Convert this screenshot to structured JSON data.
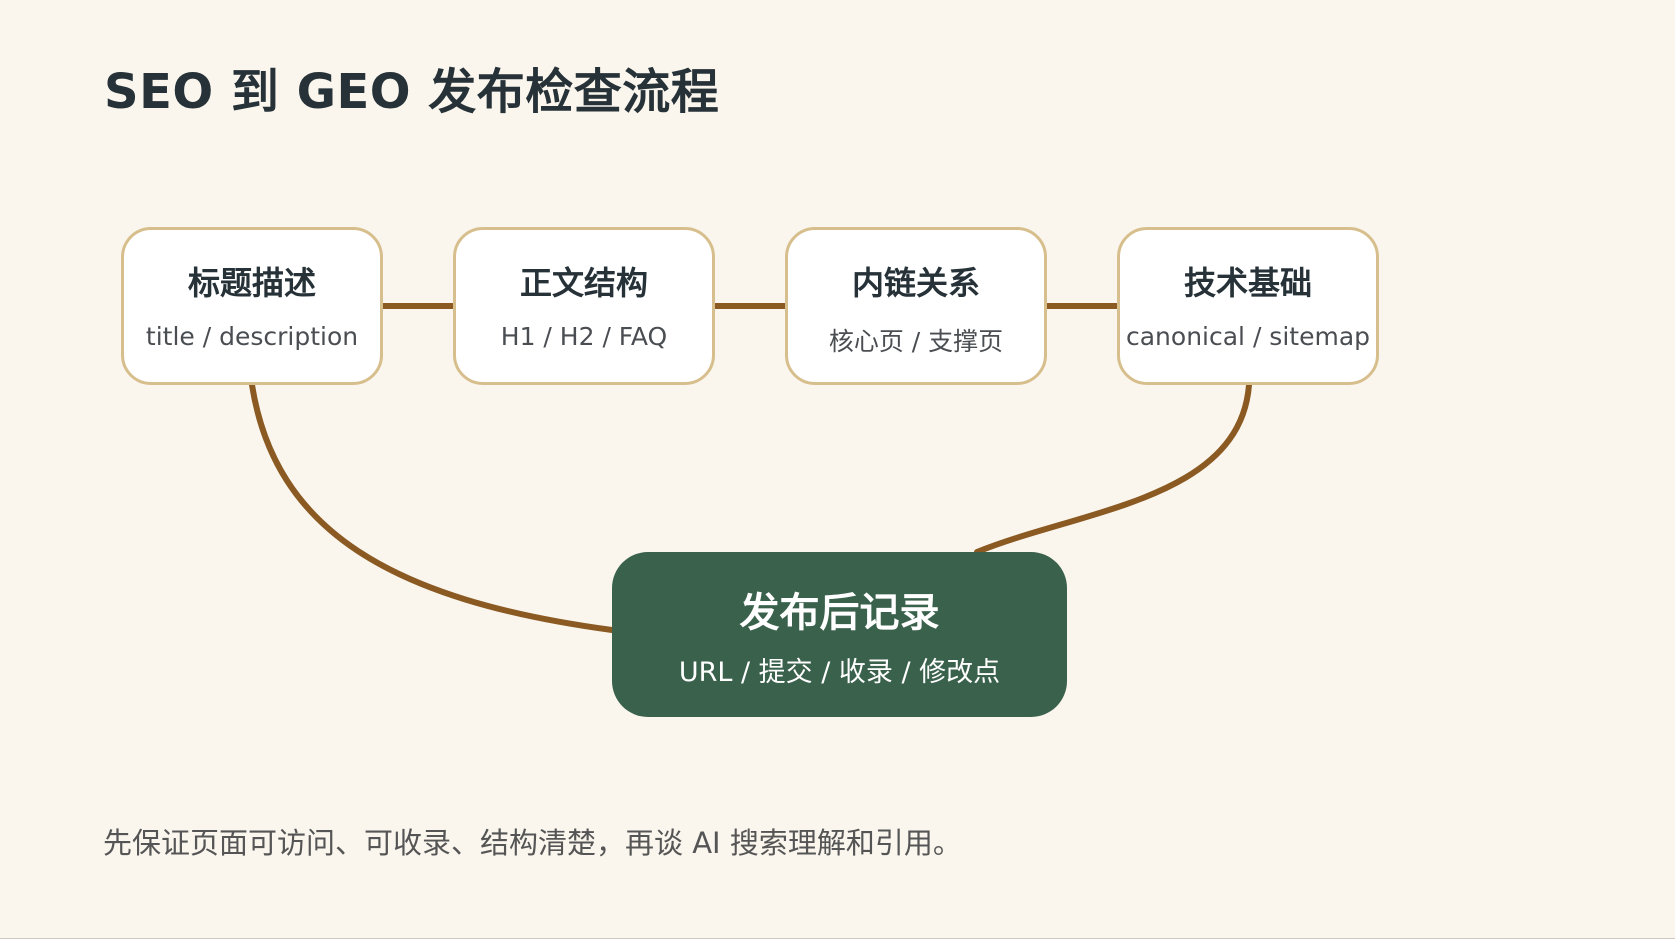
{
  "title": "SEO 到 GEO 发布检查流程",
  "steps": [
    {
      "title": "标题描述",
      "sub": "title / description"
    },
    {
      "title": "正文结构",
      "sub": "H1 / H2 / FAQ"
    },
    {
      "title": "内链关系",
      "sub": "核心页 / 支撑页"
    },
    {
      "title": "技术基础",
      "sub": "canonical / sitemap"
    }
  ],
  "final": {
    "title": "发布后记录",
    "sub": "URL / 提交 / 收录 / 修改点"
  },
  "footer": "先保证页面可访问、可收录、结构清楚，再谈 AI 搜索理解和引用。",
  "colors": {
    "background": "#faf6ee",
    "card_fill": "#ffffff",
    "card_border": "#d7bf8d",
    "connector": "#8a5a22",
    "final_fill": "#3a614c",
    "title_text": "#263238"
  }
}
